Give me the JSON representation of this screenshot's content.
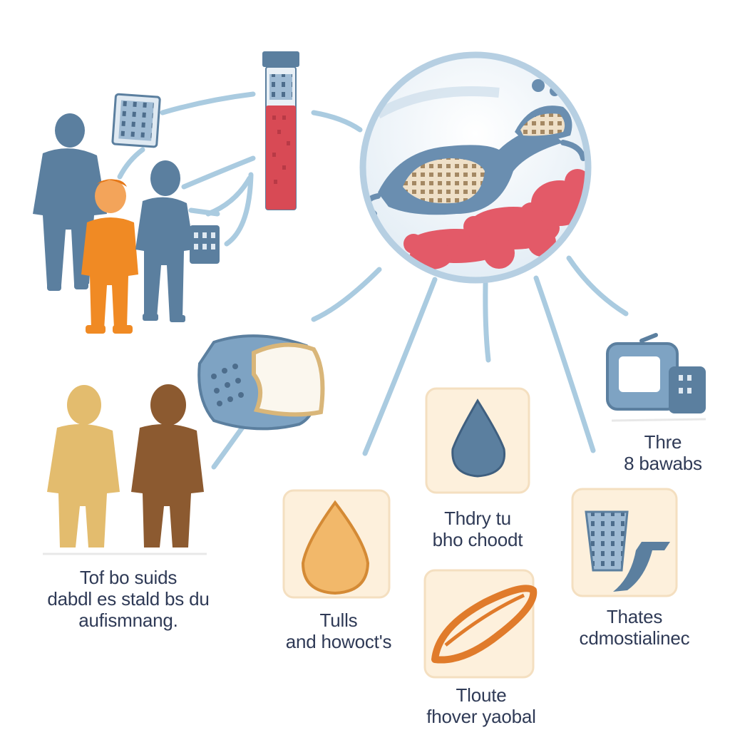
{
  "labels": {
    "left": [
      "Tof bo suids",
      "dabdl es stald bs du",
      "aufismnang."
    ],
    "drop_blue": [
      "Thdry tu",
      "bho choodt"
    ],
    "drop_orange": [
      "Tulls",
      "and howoct's"
    ],
    "band": [
      "Tloute",
      "fhover  yaobal"
    ],
    "cup": [
      "Thates",
      "cdmostialinec"
    ],
    "right_top": [
      "Thre",
      "8 bawabs"
    ]
  },
  "colors": {
    "connector": "#aacbe0",
    "steel_blue": "#5b7f9f",
    "orange": "#f08a24",
    "tan": "#e3bc6e",
    "brown": "#8c5a30",
    "blood_red": "#d84a55",
    "cell_red": "#e35a68",
    "tile_bg": "#fdf0dc",
    "text": "#2f3a56"
  }
}
